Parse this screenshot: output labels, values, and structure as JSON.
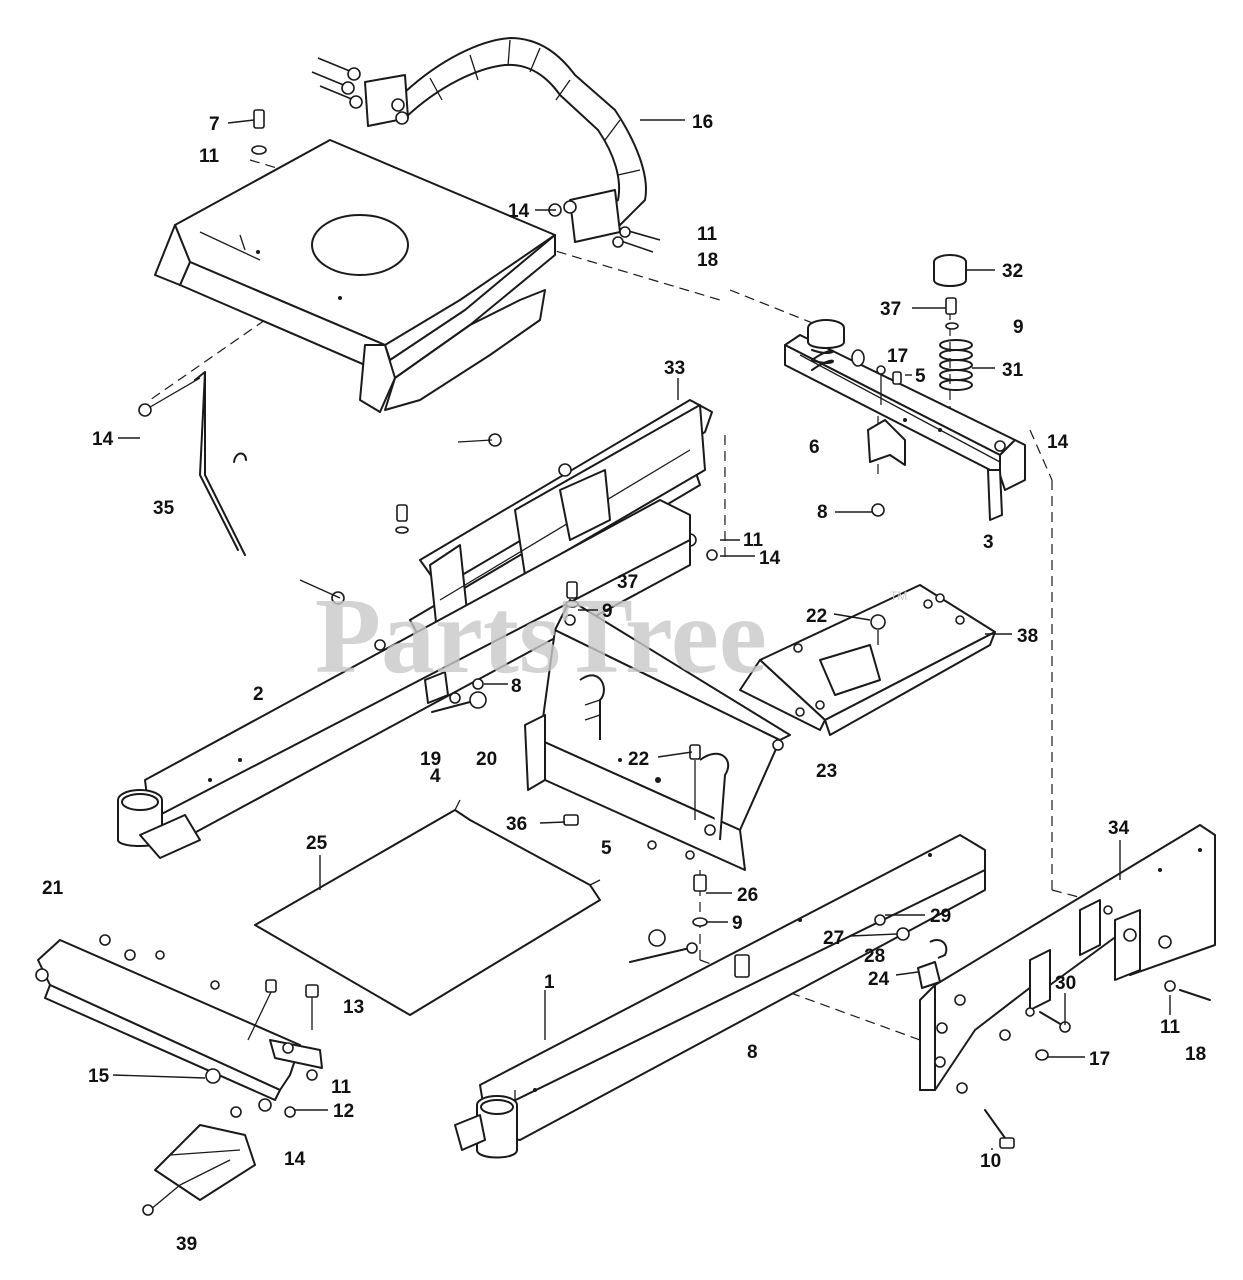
{
  "diagram": {
    "watermark": "PartsTree",
    "watermark_mark": "TM",
    "callouts": [
      "1",
      "2",
      "3",
      "4",
      "5",
      "5",
      "6",
      "7",
      "8",
      "8",
      "8",
      "9",
      "9",
      "9",
      "10",
      "11",
      "11",
      "11",
      "11",
      "11",
      "12",
      "13",
      "14",
      "14",
      "14",
      "14",
      "14",
      "15",
      "16",
      "17",
      "17",
      "18",
      "18",
      "19",
      "20",
      "21",
      "22",
      "22",
      "23",
      "24",
      "25",
      "26",
      "27",
      "28",
      "29",
      "30",
      "31",
      "32",
      "33",
      "34",
      "35",
      "36",
      "37",
      "37",
      "38",
      "39"
    ]
  }
}
